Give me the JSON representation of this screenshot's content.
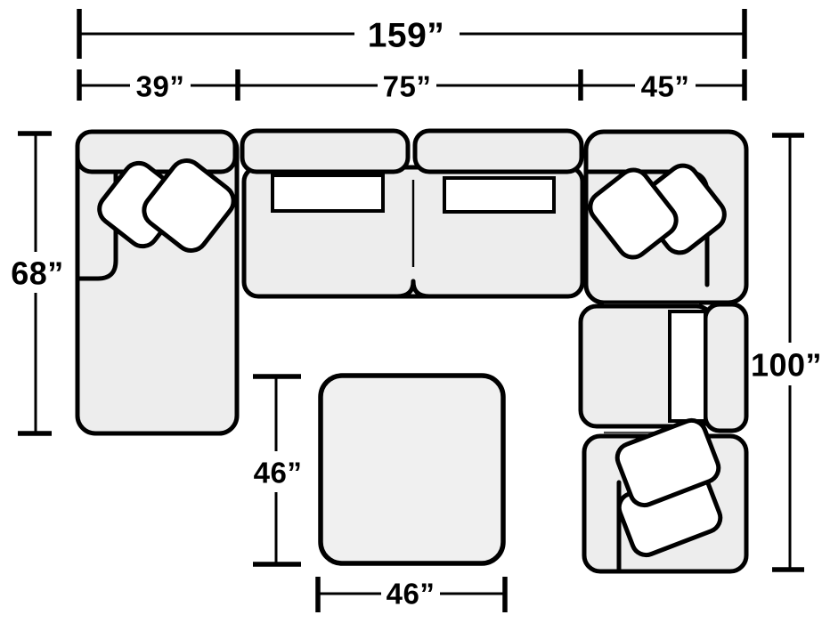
{
  "diagram": {
    "kind": "sectional-sofa-top-view-dimension-diagram",
    "colors": {
      "outline": "#000000",
      "upholstery_fill": "#ededed",
      "ottoman_fill": "#f0f0f0",
      "pillow_fill": "#ffffff",
      "background": "#ffffff"
    },
    "dimensions": {
      "total_width": "159”",
      "left_section_width": "39”",
      "middle_section_width": "75”",
      "right_section_width": "45”",
      "left_depth": "68”",
      "right_depth": "100”",
      "ottoman_depth": "46”",
      "ottoman_width": "46”"
    }
  }
}
